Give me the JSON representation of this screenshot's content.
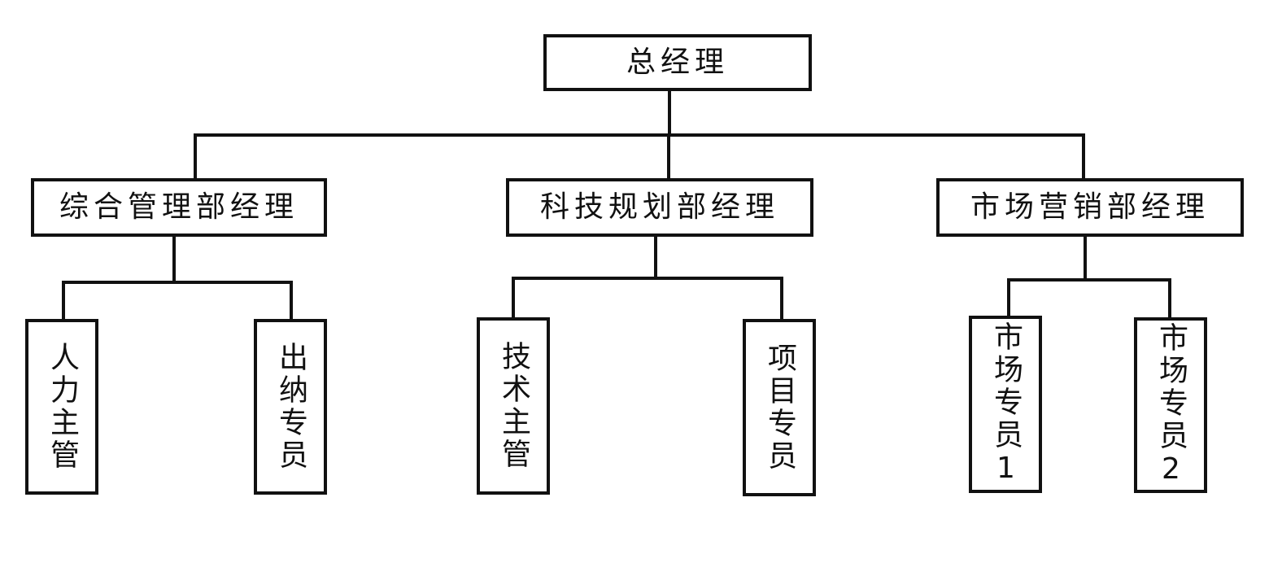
{
  "org_chart": {
    "root": {
      "label": "总经理"
    },
    "departments": [
      {
        "label": "综合管理部经理",
        "staff": [
          {
            "label": "人力主管"
          },
          {
            "label": "出纳专员"
          }
        ]
      },
      {
        "label": "科技规划部经理",
        "staff": [
          {
            "label": "技术主管"
          },
          {
            "label": "项目专员"
          }
        ]
      },
      {
        "label": "市场营销部经理",
        "staff": [
          {
            "label": "市场专员1"
          },
          {
            "label": "市场专员2"
          }
        ]
      }
    ]
  }
}
